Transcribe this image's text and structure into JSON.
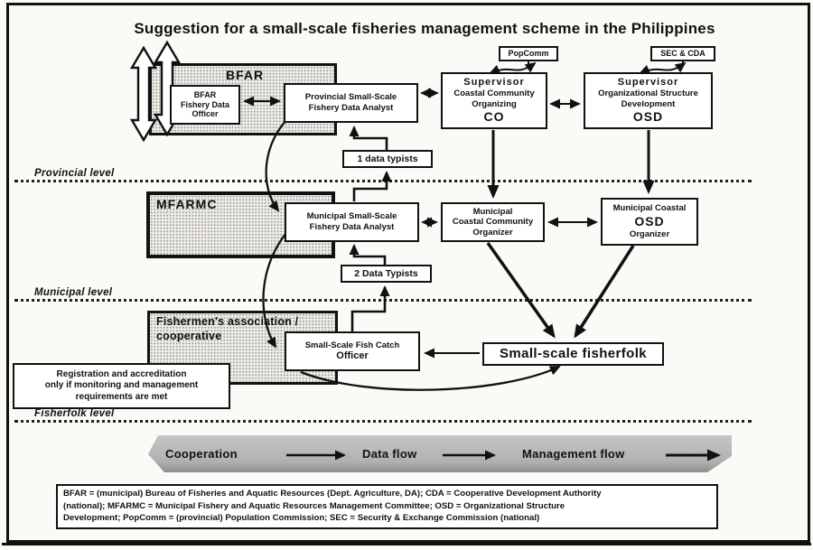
{
  "title": "Suggestion for a small-scale fisheries management scheme in the Philippines",
  "top_links": {
    "popcomm": "PopComm",
    "sec_cda": "SEC & CDA"
  },
  "levels": {
    "provincial": "Provincial level",
    "municipal": "Municipal level",
    "fisherfolk": "Fisherfolk level"
  },
  "groups": {
    "bfar": {
      "label": "BFAR"
    },
    "mfarmc": {
      "label": "MFARMC"
    },
    "fishermen": {
      "line1": "Fishermen's association /",
      "line2": "cooperative"
    }
  },
  "boxes": {
    "bfar_officer": {
      "line1": "BFAR",
      "line2": "Fishery Data",
      "line3": "Officer"
    },
    "provincial_analyst": {
      "line1": "Provincial Small-Scale",
      "line2": "Fishery Data Analyst"
    },
    "supervisor_co": {
      "line1": "Supervisor",
      "line2": "Coastal Community",
      "line3": "Organizing",
      "line4": "CO"
    },
    "supervisor_osd": {
      "line1": "Supervisor",
      "line2": "Organizational Structure",
      "line3": "Development",
      "line4": "OSD"
    },
    "data_typists_1": {
      "label": "1 data typists"
    },
    "municipal_analyst": {
      "line1": "Municipal Small-Scale",
      "line2": "Fishery Data Analyst"
    },
    "municipal_cco": {
      "line1": "Municipal",
      "line2": "Coastal Community",
      "line3": "Organizer"
    },
    "municipal_osd": {
      "line1": "Municipal Coastal",
      "line2": "OSD",
      "line3": "Organizer"
    },
    "data_typists_2": {
      "label": "2 Data Typists"
    },
    "fish_catch_officer": {
      "line1": "Small-Scale Fish Catch",
      "line2": "Officer"
    },
    "fisherfolk": {
      "label": "Small-scale fisherfolk"
    },
    "registration_note": {
      "line1": "Registration and accreditation",
      "line2": "only if monitoring and management",
      "line3": "requirements are met"
    }
  },
  "flow_legend": {
    "cooperation": "Cooperation",
    "data_flow": "Data flow",
    "management_flow": "Management flow"
  },
  "abbreviations": {
    "line1": "BFAR = (municipal) Bureau of Fisheries and Aquatic Resources (Dept. Agriculture, DA); CDA = Cooperative Development Authority",
    "line2": "(national);  MFARMC = Municipal Fishery and Aquatic Resources Management Committee; OSD = Organizational Structure",
    "line3": "Development; PopComm = (provincial) Population Commission; SEC = Security & Exchange Commission (national)"
  },
  "colors": {
    "ink": "#111111",
    "paper": "#fbfaf7",
    "banner_gray": "#b0b0b0",
    "stipple_bg": "#edebe4"
  }
}
